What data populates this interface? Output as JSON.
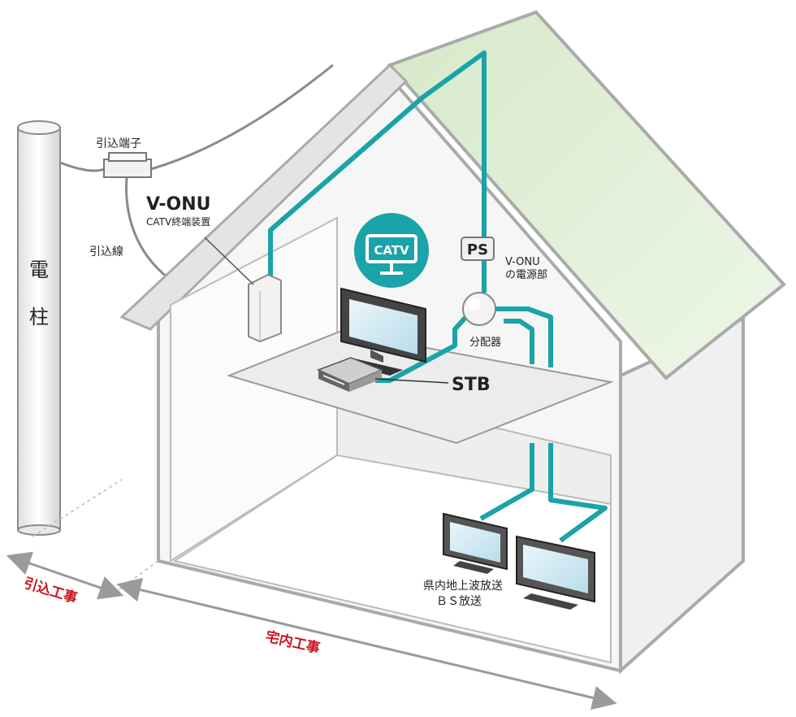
{
  "labels": {
    "pole_char1": "電",
    "pole_char2": "柱",
    "drop_terminal": "引込端子",
    "drop_wire": "引込線",
    "vonu_title": "V-ONU",
    "vonu_sub": "CATV終端装置",
    "ps_box": "PS",
    "ps_desc_line1": "V-ONU",
    "ps_desc_line2": "の電源部",
    "catv_icon": "CATV",
    "splitter": "分配器",
    "stb": "STB",
    "broadcast_line1": "県内地上波放送",
    "broadcast_line2": "ＢＳ放送",
    "drop_work": "引込工事",
    "indoor_work": "宅内工事"
  },
  "colors": {
    "cable": "#1aa3a8",
    "roof_right": "#e3efd9",
    "work_label": "#c8161d",
    "house_outline": "#aaaaaa"
  }
}
